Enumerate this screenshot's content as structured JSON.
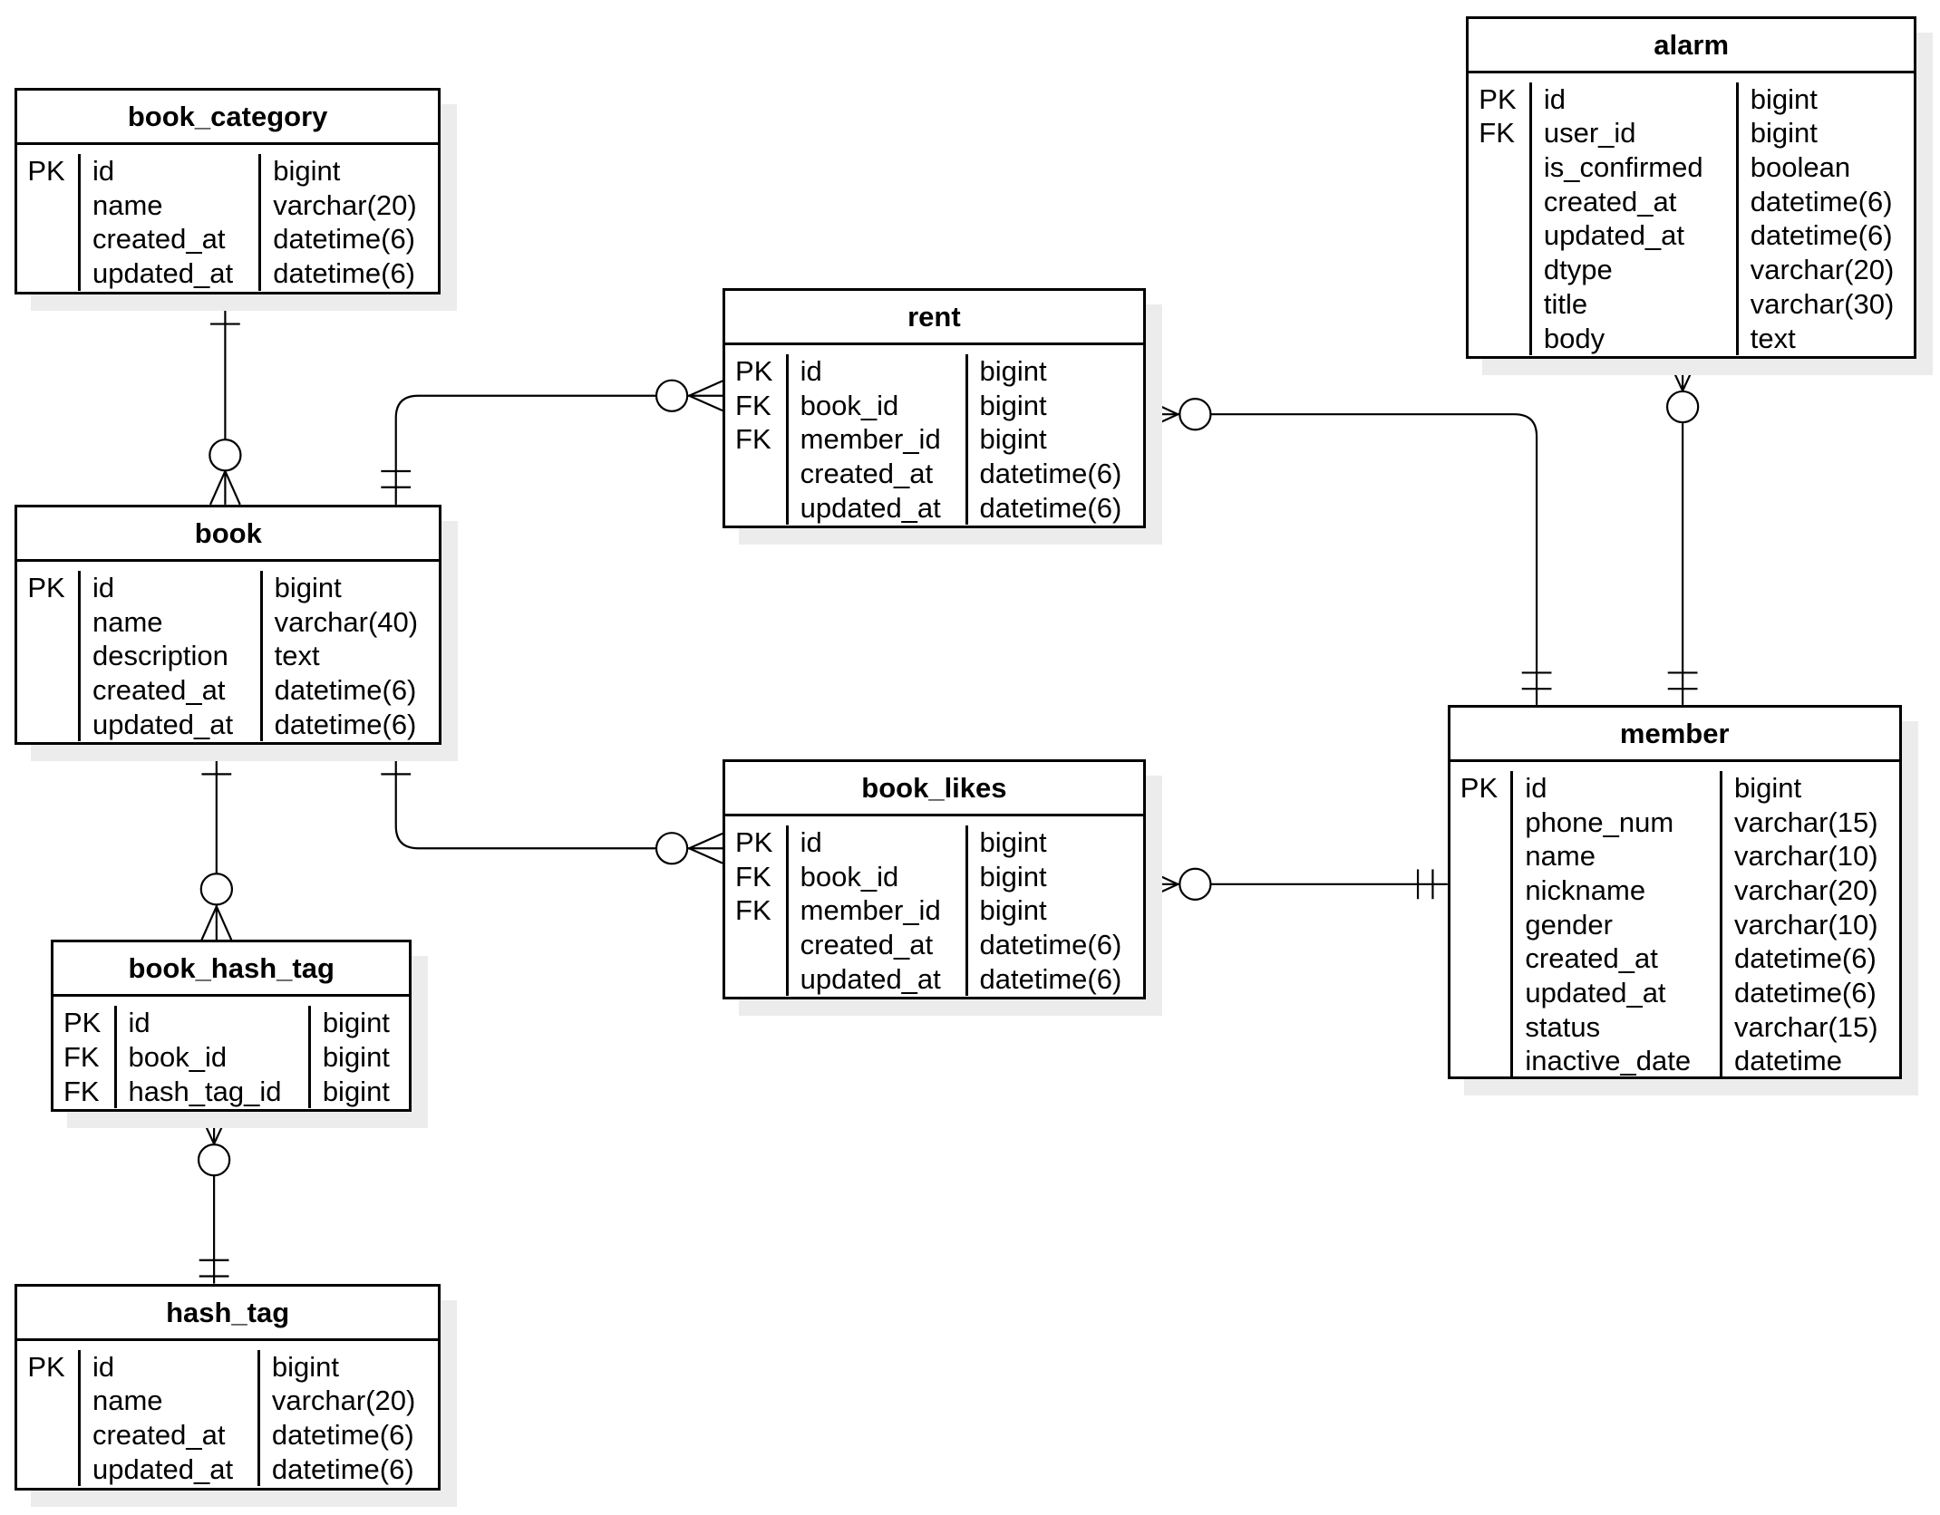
{
  "theme": {
    "line": "#000000",
    "shadow": "#ececec",
    "background": "#ffffff"
  },
  "entities": [
    {
      "id": "book_category",
      "name": "book_category",
      "columns": [
        {
          "key": "PK",
          "name": "id",
          "type": "bigint"
        },
        {
          "key": "",
          "name": "name",
          "type": "varchar(20)"
        },
        {
          "key": "",
          "name": "created_at",
          "type": "datetime(6)"
        },
        {
          "key": "",
          "name": "updated_at",
          "type": "datetime(6)"
        }
      ]
    },
    {
      "id": "book",
      "name": "book",
      "columns": [
        {
          "key": "PK",
          "name": "id",
          "type": "bigint"
        },
        {
          "key": "",
          "name": "name",
          "type": "varchar(40)"
        },
        {
          "key": "",
          "name": "description",
          "type": "text"
        },
        {
          "key": "",
          "name": "created_at",
          "type": "datetime(6)"
        },
        {
          "key": "",
          "name": "updated_at",
          "type": "datetime(6)"
        }
      ]
    },
    {
      "id": "book_hash_tag",
      "name": "book_hash_tag",
      "columns": [
        {
          "key": "PK",
          "name": "id",
          "type": "bigint"
        },
        {
          "key": "FK",
          "name": "book_id",
          "type": "bigint"
        },
        {
          "key": "FK",
          "name": "hash_tag_id",
          "type": "bigint"
        }
      ]
    },
    {
      "id": "hash_tag",
      "name": "hash_tag",
      "columns": [
        {
          "key": "PK",
          "name": "id",
          "type": "bigint"
        },
        {
          "key": "",
          "name": "name",
          "type": "varchar(20)"
        },
        {
          "key": "",
          "name": "created_at",
          "type": "datetime(6)"
        },
        {
          "key": "",
          "name": "updated_at",
          "type": "datetime(6)"
        }
      ]
    },
    {
      "id": "rent",
      "name": "rent",
      "columns": [
        {
          "key": "PK",
          "name": "id",
          "type": "bigint"
        },
        {
          "key": "FK",
          "name": "book_id",
          "type": "bigint"
        },
        {
          "key": "FK",
          "name": "member_id",
          "type": "bigint"
        },
        {
          "key": "",
          "name": "created_at",
          "type": "datetime(6)"
        },
        {
          "key": "",
          "name": "updated_at",
          "type": "datetime(6)"
        }
      ]
    },
    {
      "id": "book_likes",
      "name": "book_likes",
      "columns": [
        {
          "key": "PK",
          "name": "id",
          "type": "bigint"
        },
        {
          "key": "FK",
          "name": "book_id",
          "type": "bigint"
        },
        {
          "key": "FK",
          "name": "member_id",
          "type": "bigint"
        },
        {
          "key": "",
          "name": "created_at",
          "type": "datetime(6)"
        },
        {
          "key": "",
          "name": "updated_at",
          "type": "datetime(6)"
        }
      ]
    },
    {
      "id": "alarm",
      "name": "alarm",
      "columns": [
        {
          "key": "PK",
          "name": "id",
          "type": "bigint"
        },
        {
          "key": "FK",
          "name": "user_id",
          "type": "bigint"
        },
        {
          "key": "",
          "name": "is_confirmed",
          "type": "boolean"
        },
        {
          "key": "",
          "name": "created_at",
          "type": "datetime(6)"
        },
        {
          "key": "",
          "name": "updated_at",
          "type": "datetime(6)"
        },
        {
          "key": "",
          "name": "dtype",
          "type": "varchar(20)"
        },
        {
          "key": "",
          "name": "title",
          "type": "varchar(30)"
        },
        {
          "key": "",
          "name": "body",
          "type": "text"
        }
      ]
    },
    {
      "id": "member",
      "name": "member",
      "columns": [
        {
          "key": "PK",
          "name": "id",
          "type": "bigint"
        },
        {
          "key": "",
          "name": "phone_num",
          "type": "varchar(15)"
        },
        {
          "key": "",
          "name": "name",
          "type": "varchar(10)"
        },
        {
          "key": "",
          "name": "nickname",
          "type": "varchar(20)"
        },
        {
          "key": "",
          "name": "gender",
          "type": "varchar(10)"
        },
        {
          "key": "",
          "name": "created_at",
          "type": "datetime(6)"
        },
        {
          "key": "",
          "name": "updated_at",
          "type": "datetime(6)"
        },
        {
          "key": "",
          "name": "status",
          "type": "varchar(15)"
        },
        {
          "key": "",
          "name": "inactive_date",
          "type": "datetime"
        }
      ]
    }
  ],
  "relationships": [
    {
      "id": "book_category-book",
      "from": "book_category",
      "from_card": "one-and-only-one",
      "to": "book",
      "to_card": "zero-or-many"
    },
    {
      "id": "book-book_hash_tag",
      "from": "book",
      "from_card": "one-and-only-one",
      "to": "book_hash_tag",
      "to_card": "zero-or-many"
    },
    {
      "id": "hash_tag-book_hash_tag",
      "from": "hash_tag",
      "from_card": "one-and-only-one",
      "to": "book_hash_tag",
      "to_card": "zero-or-many"
    },
    {
      "id": "book-rent",
      "from": "book",
      "from_card": "one-and-only-one",
      "to": "rent",
      "to_card": "zero-or-many"
    },
    {
      "id": "book-book_likes",
      "from": "book",
      "from_card": "one-and-only-one",
      "to": "book_likes",
      "to_card": "zero-or-many"
    },
    {
      "id": "member-rent",
      "from": "member",
      "from_card": "one-and-only-one",
      "to": "rent",
      "to_card": "zero-or-many"
    },
    {
      "id": "member-book_likes",
      "from": "member",
      "from_card": "one-and-only-one",
      "to": "book_likes",
      "to_card": "zero-or-many"
    },
    {
      "id": "member-alarm",
      "from": "member",
      "from_card": "one-and-only-one",
      "to": "alarm",
      "to_card": "zero-or-many"
    }
  ]
}
